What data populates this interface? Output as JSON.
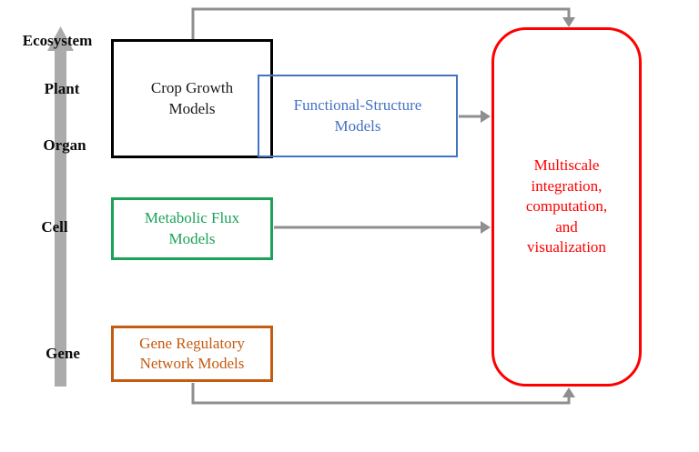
{
  "diagram": {
    "axis": {
      "name": "biological-scale-axis",
      "labels": [
        "Ecosystem",
        "Plant",
        "Organ",
        "Cell",
        "Gene"
      ]
    },
    "boxes": {
      "crop_growth": {
        "label": "Crop Growth\nModels",
        "color": "#000000"
      },
      "functional_structure": {
        "label": "Functional-Structure\nModels",
        "color": "#4472C4"
      },
      "metabolic_flux": {
        "label": "Metabolic Flux\nModels",
        "color": "#1BA158"
      },
      "gene_regulatory": {
        "label": "Gene Regulatory\nNetwork Models",
        "color": "#C55A11"
      },
      "integration": {
        "label": "Multiscale\nintegration,\ncomputation,\nand\nvisualization",
        "color": "#FE0000"
      }
    },
    "connectors": {
      "crop_to_integration": "crop-growth-models to multiscale-integration (top route)",
      "fsm_to_integration": "functional-structure-models to multiscale-integration",
      "mfm_to_integration": "metabolic-flux-models to multiscale-integration",
      "grn_to_integration": "gene-regulatory-network-models to multiscale-integration (bottom route)"
    },
    "colors": {
      "axis_gray": "#ABABAB",
      "connector_gray": "#8F8F8F"
    }
  }
}
